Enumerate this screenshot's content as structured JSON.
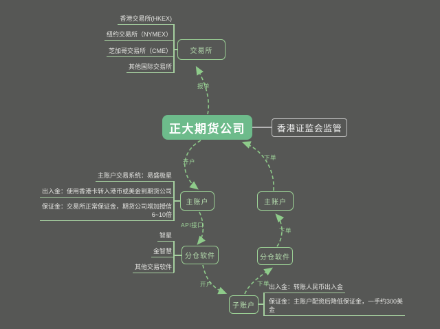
{
  "colors": {
    "background": "#565755",
    "root_fill": "#6dbb8b",
    "node_border": "#9bd095",
    "node_text": "#b5dcae",
    "branch_line": "#a6d0a0",
    "branch_text": "#e3e3e0",
    "arrow_green": "#8ecb8a",
    "edge_label_green": "#9dd399",
    "regulator_border": "#c4c4c4",
    "regulator_connector": "#b5b5b5"
  },
  "root": {
    "label": "正大期货公司"
  },
  "regulator": {
    "label": "香港证监会监管"
  },
  "exchange": {
    "label": "交易所",
    "children": [
      "香港交易所(HKEX)",
      "纽约交易所（NYMEX）",
      "芝加哥交易所（CME）",
      "其他国际交易所"
    ]
  },
  "master_left": {
    "label": "主账户",
    "children": [
      "主账户交易系统：易盛极星",
      "出入金：使用香港卡转入港币或美金到期货公司",
      "保证金：交易所正常保证金，期货公司增加授信\n6~10倍"
    ]
  },
  "master_right": {
    "label": "主账户"
  },
  "split_left": {
    "label": "分仓软件",
    "children": [
      "智星",
      "金智慧",
      "其他交易软件"
    ]
  },
  "split_right": {
    "label": "分仓软件"
  },
  "sub_account": {
    "label": "子账户",
    "children": [
      "出入金：转账人民币出入金",
      "保证金：主账户配资后降低保证金，一手约300美\n金"
    ]
  },
  "edge_labels": {
    "report_order": "报单",
    "open_account_top": "开户",
    "api": "API接口",
    "open_account_bottom": "开户",
    "place_order_bottom": "下单",
    "place_order_mid": "下单",
    "place_order_top": "下单"
  }
}
